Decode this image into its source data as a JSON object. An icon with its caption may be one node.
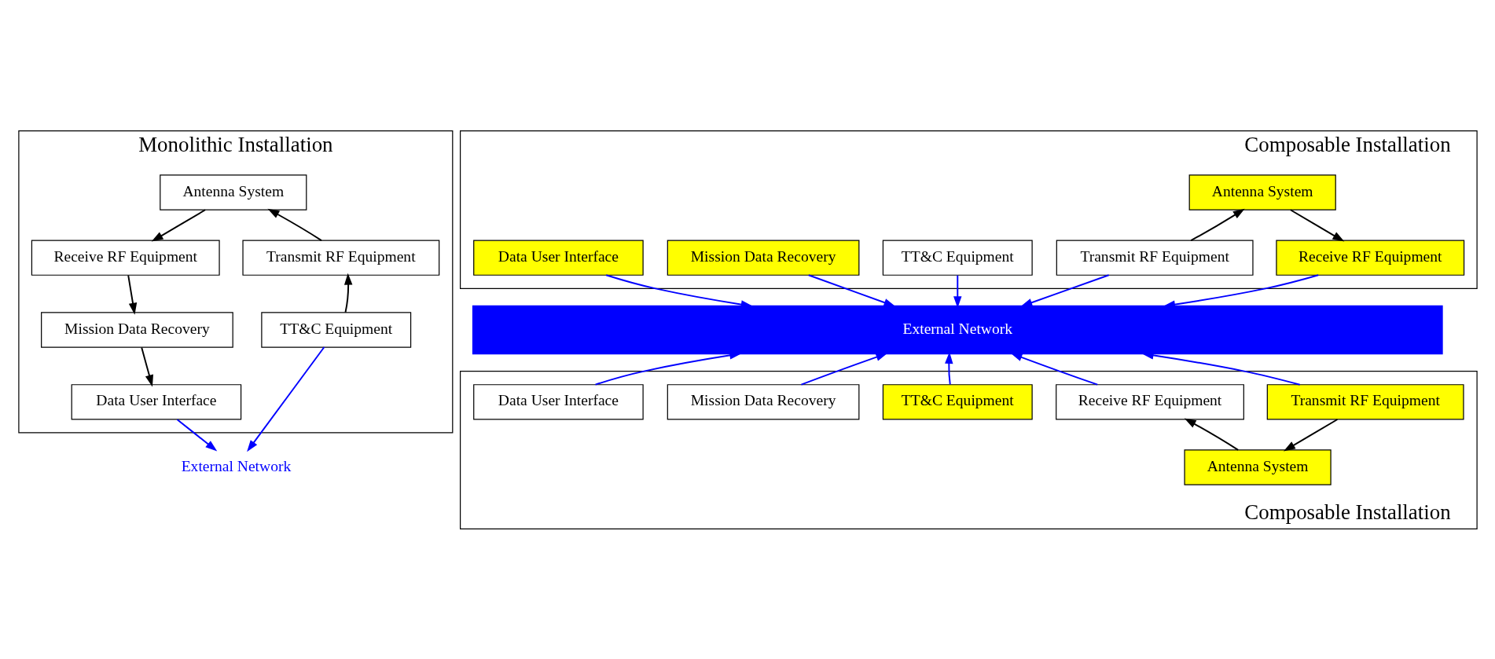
{
  "diagram": {
    "nodes": [
      {
        "text": [
          "Monolithic Installation"
        ]
      },
      {
        "text": [
          "Antenna System"
        ],
        "in": 0
      },
      {
        "text": [
          "Transmit RF Equipment"
        ],
        "in": 0
      },
      {
        "text": [
          "Receive RF Equipment"
        ],
        "in": 0
      },
      {
        "text": [
          "TT&C Equipment"
        ],
        "in": 0
      },
      {
        "text": [
          "Mission Data Recovery"
        ],
        "in": 0
      },
      {
        "text": [
          "Data User Interface"
        ],
        "in": 0
      },
      {
        "text": [
          "External Network"
        ]
      },
      {
        "text": [
          "Composable Installation"
        ]
      },
      {
        "text": [
          "Antenna System"
        ],
        "in": 8
      },
      {
        "text": [
          "Transmit RF Equipment"
        ],
        "in": 8
      },
      {
        "text": [
          "Receive RF Equipment"
        ],
        "in": 8
      },
      {
        "text": [
          "TT&C Equipment"
        ],
        "in": 8
      },
      {
        "text": [
          "Mission Data Recovery"
        ],
        "in": 8
      },
      {
        "text": [
          "Data User Interface"
        ],
        "in": 8
      },
      {
        "text": [
          "External Network"
        ]
      },
      {
        "text": [
          "Composable Installation"
        ]
      },
      {
        "text": [
          "Transmit RF Equipment"
        ],
        "in": 16
      },
      {
        "text": [
          "Receive RF Equipment"
        ],
        "in": 16
      },
      {
        "text": [
          "TT&C Equipment"
        ],
        "in": 16
      },
      {
        "text": [
          "Mission Data Recovery"
        ],
        "in": 16
      },
      {
        "text": [
          "Data User Interface"
        ],
        "in": 16
      },
      {
        "text": [
          "Antenna System"
        ],
        "in": 16
      }
    ],
    "edges": [
      {
        "from": 2,
        "to": 1,
        "arrow": "to",
        "color": "#000000"
      },
      {
        "from": 1,
        "to": 3,
        "arrow": "to",
        "color": "#000000"
      },
      {
        "from": 4,
        "to": 2,
        "arrow": "to",
        "color": "#000000"
      },
      {
        "from": 3,
        "to": 5,
        "arrow": "to",
        "color": "#000000"
      },
      {
        "from": 5,
        "to": 6,
        "arrow": "to",
        "color": "#000000"
      },
      {
        "from": 4,
        "to": 7,
        "arrow": "to",
        "color": "#0000ff"
      },
      {
        "from": 6,
        "to": 7,
        "arrow": "to",
        "color": "#0000ff"
      },
      {
        "from": 10,
        "to": 9,
        "arrow": "to",
        "color": "#000000"
      },
      {
        "from": 9,
        "to": 11,
        "arrow": "to",
        "color": "#000000"
      },
      {
        "from": 10,
        "to": 15,
        "arrow": "to",
        "color": "#0000ff"
      },
      {
        "from": 11,
        "to": 15,
        "arrow": "to",
        "color": "#0000ff"
      },
      {
        "from": 12,
        "to": 15,
        "arrow": "to",
        "color": "#0000ff"
      },
      {
        "from": 13,
        "to": 15,
        "arrow": "to",
        "color": "#0000ff"
      },
      {
        "from": 14,
        "to": 15,
        "arrow": "to",
        "color": "#0000ff"
      },
      {
        "from": 17,
        "to": 15,
        "arrow": "to",
        "color": "#0000ff"
      },
      {
        "from": 18,
        "to": 15,
        "arrow": "to",
        "color": "#0000ff"
      },
      {
        "from": 19,
        "to": 15,
        "arrow": "to",
        "color": "#0000ff"
      },
      {
        "from": 20,
        "to": 15,
        "arrow": "to",
        "color": "#0000ff"
      },
      {
        "from": 21,
        "to": 15,
        "arrow": "to",
        "color": "#0000ff"
      },
      {
        "from": 17,
        "to": 22,
        "arrow": "to",
        "color": "#000000"
      },
      {
        "from": 22,
        "to": 18,
        "arrow": "to",
        "color": "#000000"
      }
    ]
  }
}
